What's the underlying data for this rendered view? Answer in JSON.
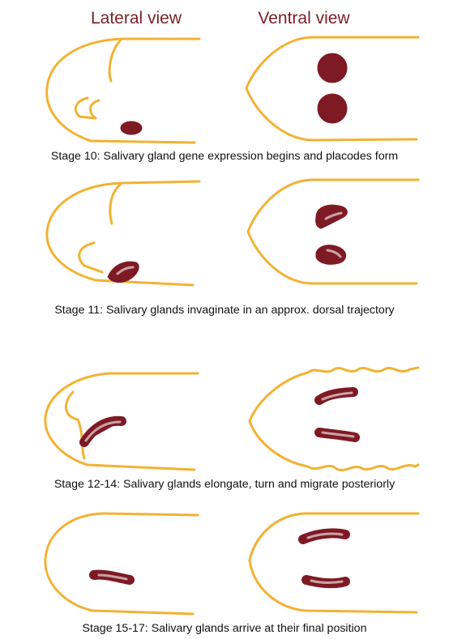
{
  "headers": {
    "lateral": "Lateral view",
    "ventral": "Ventral view"
  },
  "stages": [
    {
      "caption": "Stage 10:  Salivary gland gene expression begins and placodes form"
    },
    {
      "caption": "Stage 11:  Salivary glands invaginate in an approx. dorsal trajectory"
    },
    {
      "caption": "Stage 12-14:  Salivary glands elongate, turn and migrate posteriorly"
    },
    {
      "caption": "Stage 15-17:  Salivary glands arrive at their final position"
    }
  ],
  "colors": {
    "embryo_outline": "#f2b233",
    "gland": "#7e1a24",
    "gland_lumen": "#c9a3a8",
    "header_text": "#7a1f28"
  }
}
